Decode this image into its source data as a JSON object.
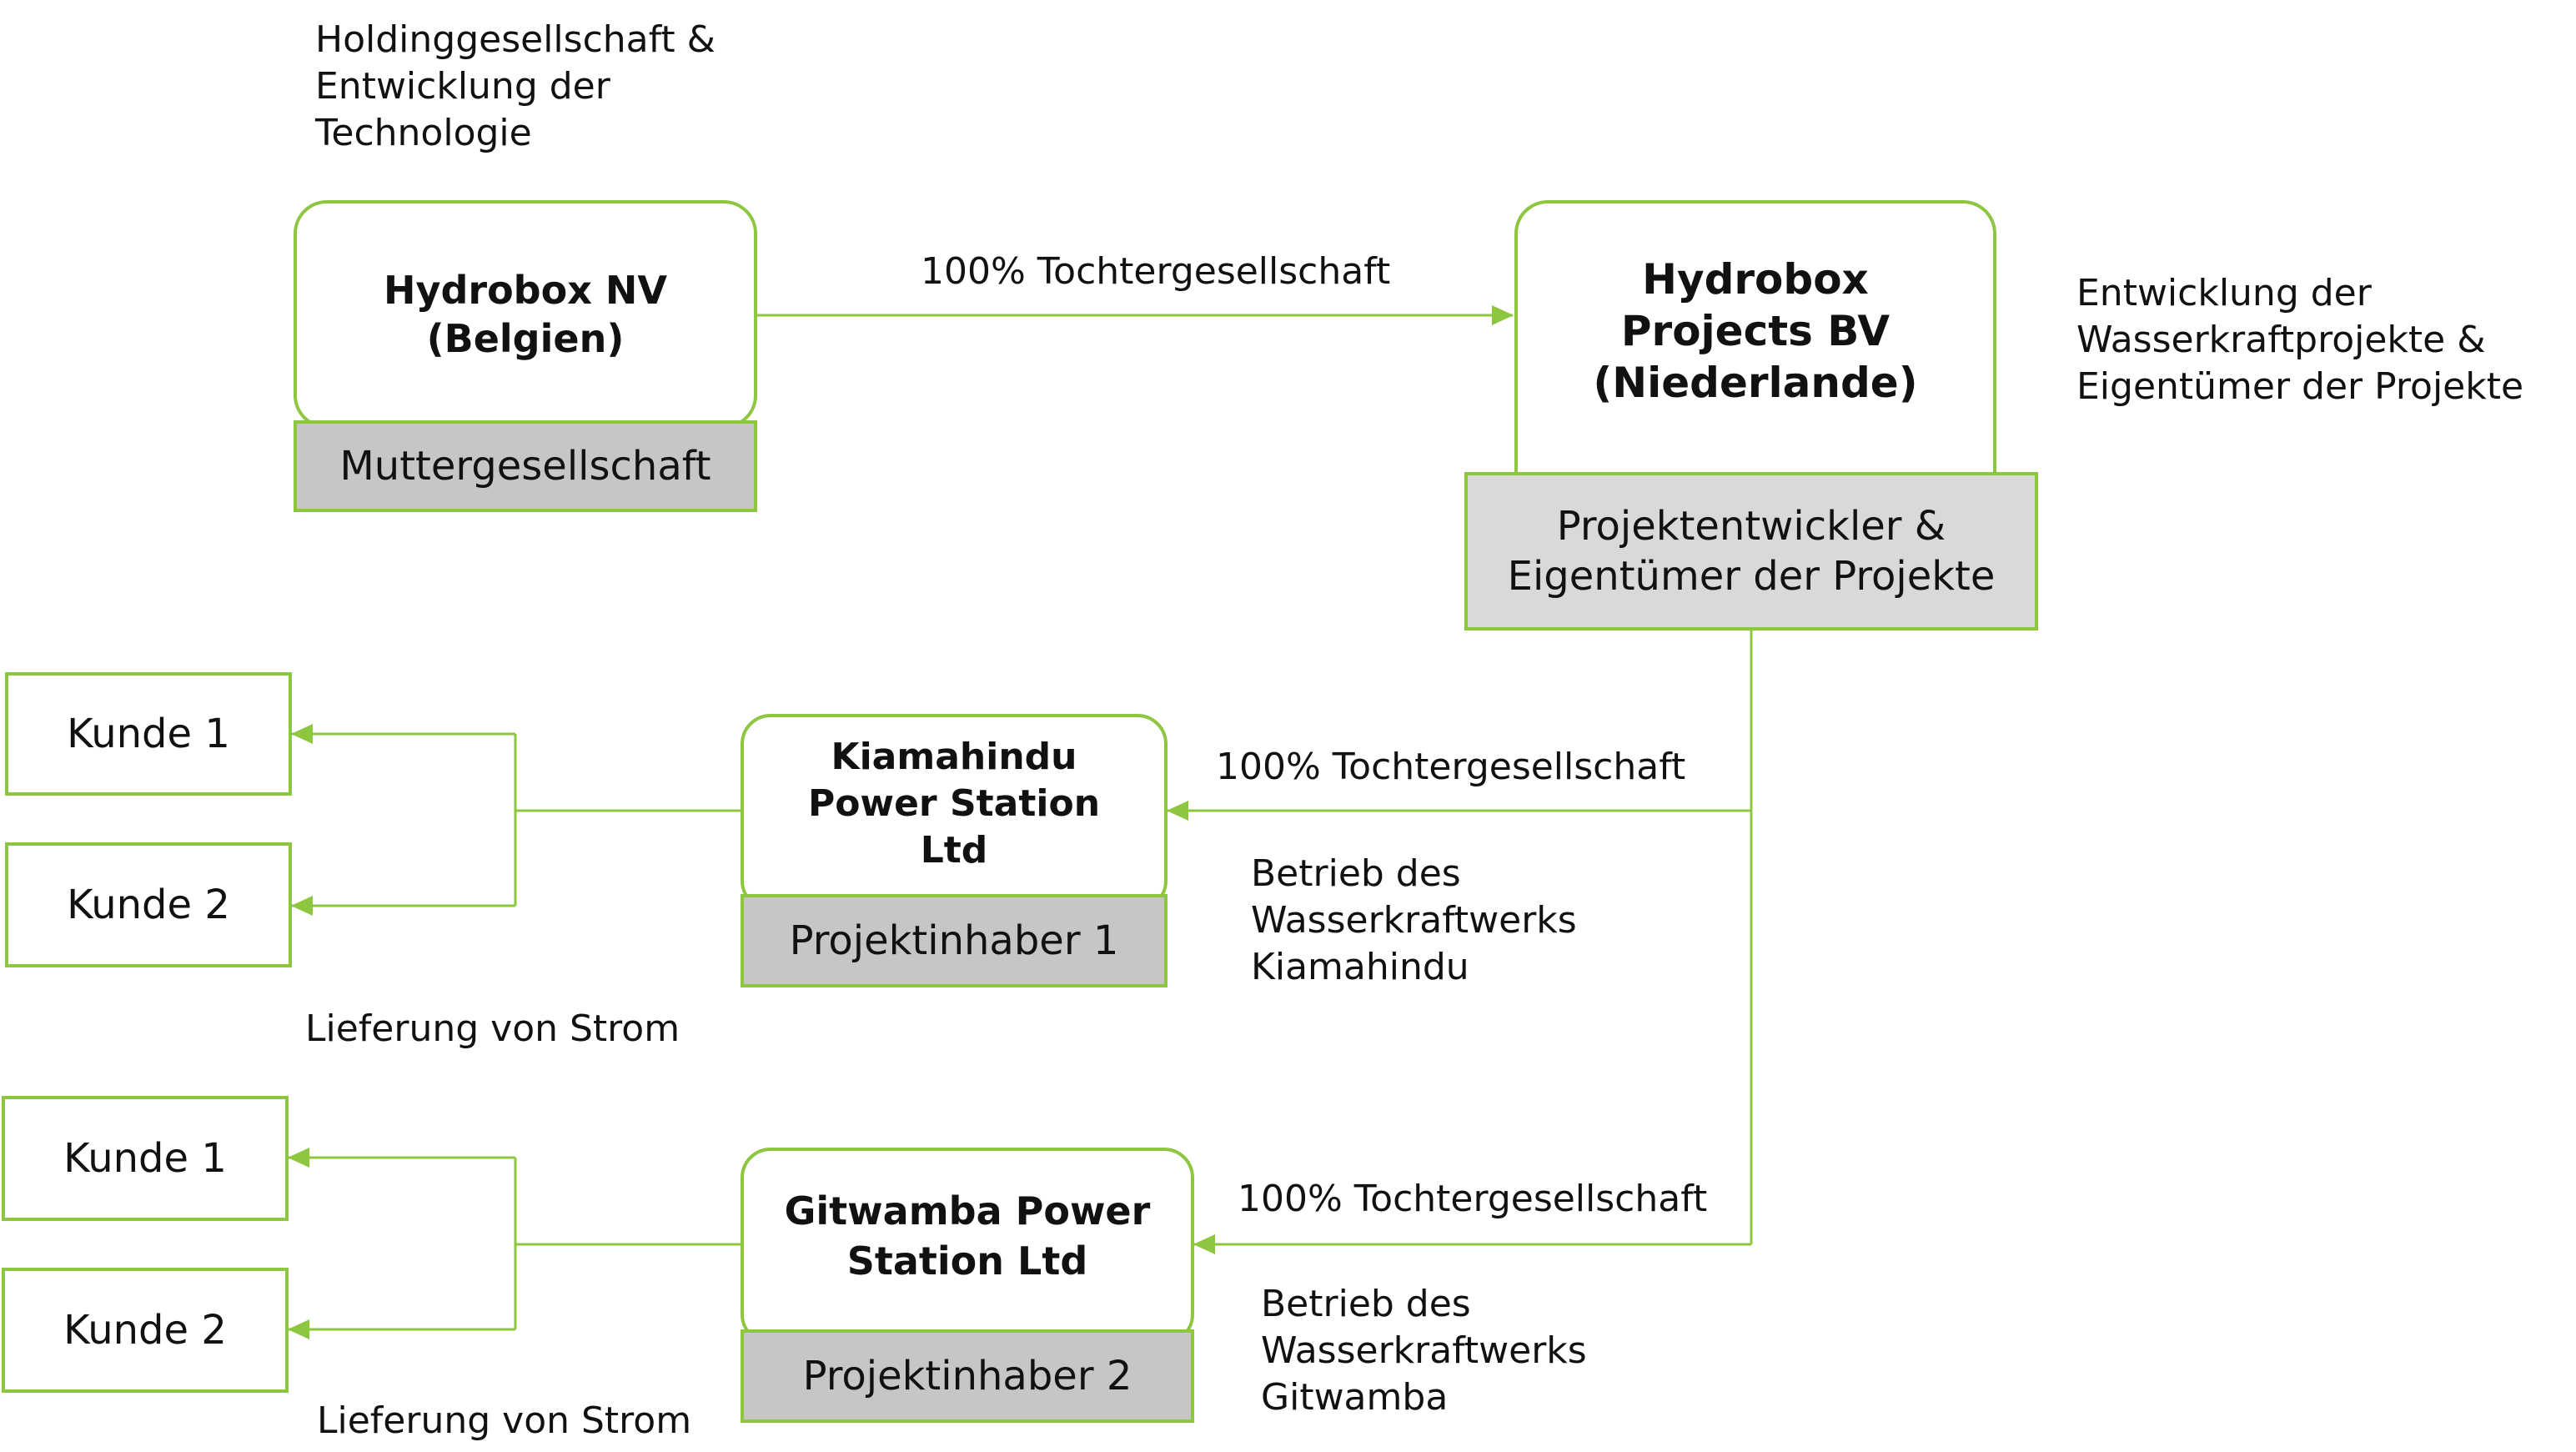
{
  "colors": {
    "accent": "#8dc63f",
    "role_fill": "#c6c6c6",
    "role_fill_light": "#d9d9d9"
  },
  "parent": {
    "name": "Hydrobox NV\n(Belgien)",
    "role": "Muttergesellschaft",
    "description": "Holdinggesellschaft &\nEntwicklung der\nTechnologie"
  },
  "subsidiary": {
    "name": "Hydrobox\nProjects BV\n(Niederlande)",
    "role": "Projektentwickler &\nEigentümer der Projekte",
    "description": "Entwicklung der\nWasserkraftprojekte &\nEigentümer der Projekte",
    "relation": "100% Tochtergesellschaft"
  },
  "projects": [
    {
      "name": "Kiamahindu\nPower Station\nLtd",
      "role": "Projektinhaber 1",
      "relation": "100% Tochtergesellschaft",
      "operation": "Betrieb des\nWasserkraftwerks\nKiamahindu",
      "supply": "Lieferung von Strom",
      "customers": [
        "Kunde 1",
        "Kunde 2"
      ]
    },
    {
      "name": "Gitwamba Power\nStation Ltd",
      "role": "Projektinhaber 2",
      "relation": "100% Tochtergesellschaft",
      "operation": "Betrieb des\nWasserkraftwerks\nGitwamba",
      "supply": "Lieferung von Strom",
      "customers": [
        "Kunde 1",
        "Kunde 2"
      ]
    }
  ]
}
